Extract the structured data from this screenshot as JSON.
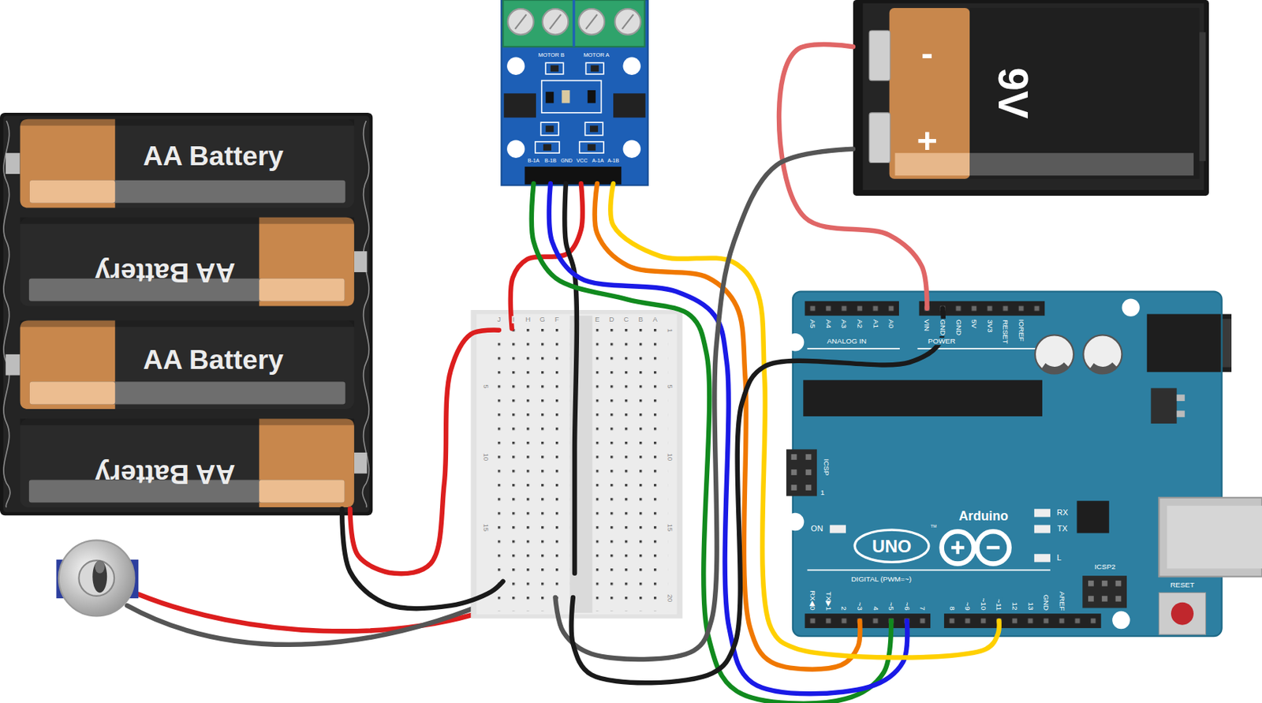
{
  "diagram": {
    "nodes": [
      {
        "text": [
          "AA Battery"
        ]
      },
      {
        "text": [
          "AA Battery"
        ]
      },
      {
        "text": [
          "AA Battery"
        ]
      },
      {
        "text": [
          "AA Battery"
        ]
      },
      {
        "text": [
          "MOTOR B",
          "MOTOR A",
          "B-1A",
          "B-1B",
          "GND",
          "VCC",
          "A-1A",
          "A-1B"
        ]
      },
      {
        "text": [
          "-",
          "+",
          "9V"
        ]
      },
      {
        "text": [
          "J",
          "I",
          "H",
          "G",
          "F",
          "E",
          "D",
          "C",
          "B",
          "A",
          "5",
          "10",
          "15",
          "1",
          "5",
          "10",
          "15",
          "20"
        ]
      },
      {
        "text": [
          "A5",
          "A4",
          "A3",
          "A2",
          "A1",
          "A0",
          "VIN",
          "GND",
          "GND",
          "5V",
          "3V3",
          "RESET",
          "IOREF",
          "ANALOG IN",
          "POWER",
          "ICSP",
          "1",
          "ON",
          "RX",
          "TX",
          "L",
          "UNO",
          "TM",
          "Arduino",
          "DIGITAL (PWM=~)",
          "RX◀0",
          "TX▶1",
          "2",
          "~3",
          "4",
          "~5",
          "~6",
          "7",
          "8",
          "~9",
          "~10",
          "~11",
          "12",
          "13",
          "GND",
          "AREF",
          "ICSP2",
          "RESET"
        ]
      }
    ],
    "edges": [
      {
        "from": 3,
        "to": 6,
        "arrow": "none"
      },
      {
        "from": 3,
        "to": 6,
        "arrow": "none"
      },
      {
        "from": 4,
        "to": 6,
        "arrow": "none"
      },
      {
        "from": 4,
        "to": 6,
        "arrow": "none"
      },
      {
        "from": 4,
        "to": 7,
        "arrow": "none"
      },
      {
        "from": 4,
        "to": 7,
        "arrow": "none"
      },
      {
        "from": 4,
        "to": 7,
        "arrow": "none"
      },
      {
        "from": 4,
        "to": 7,
        "arrow": "none"
      },
      {
        "from": 5,
        "to": 7,
        "arrow": "none"
      },
      {
        "from": 5,
        "to": 6,
        "arrow": "none"
      },
      {
        "from": 7,
        "to": 6,
        "arrow": "none"
      }
    ]
  }
}
